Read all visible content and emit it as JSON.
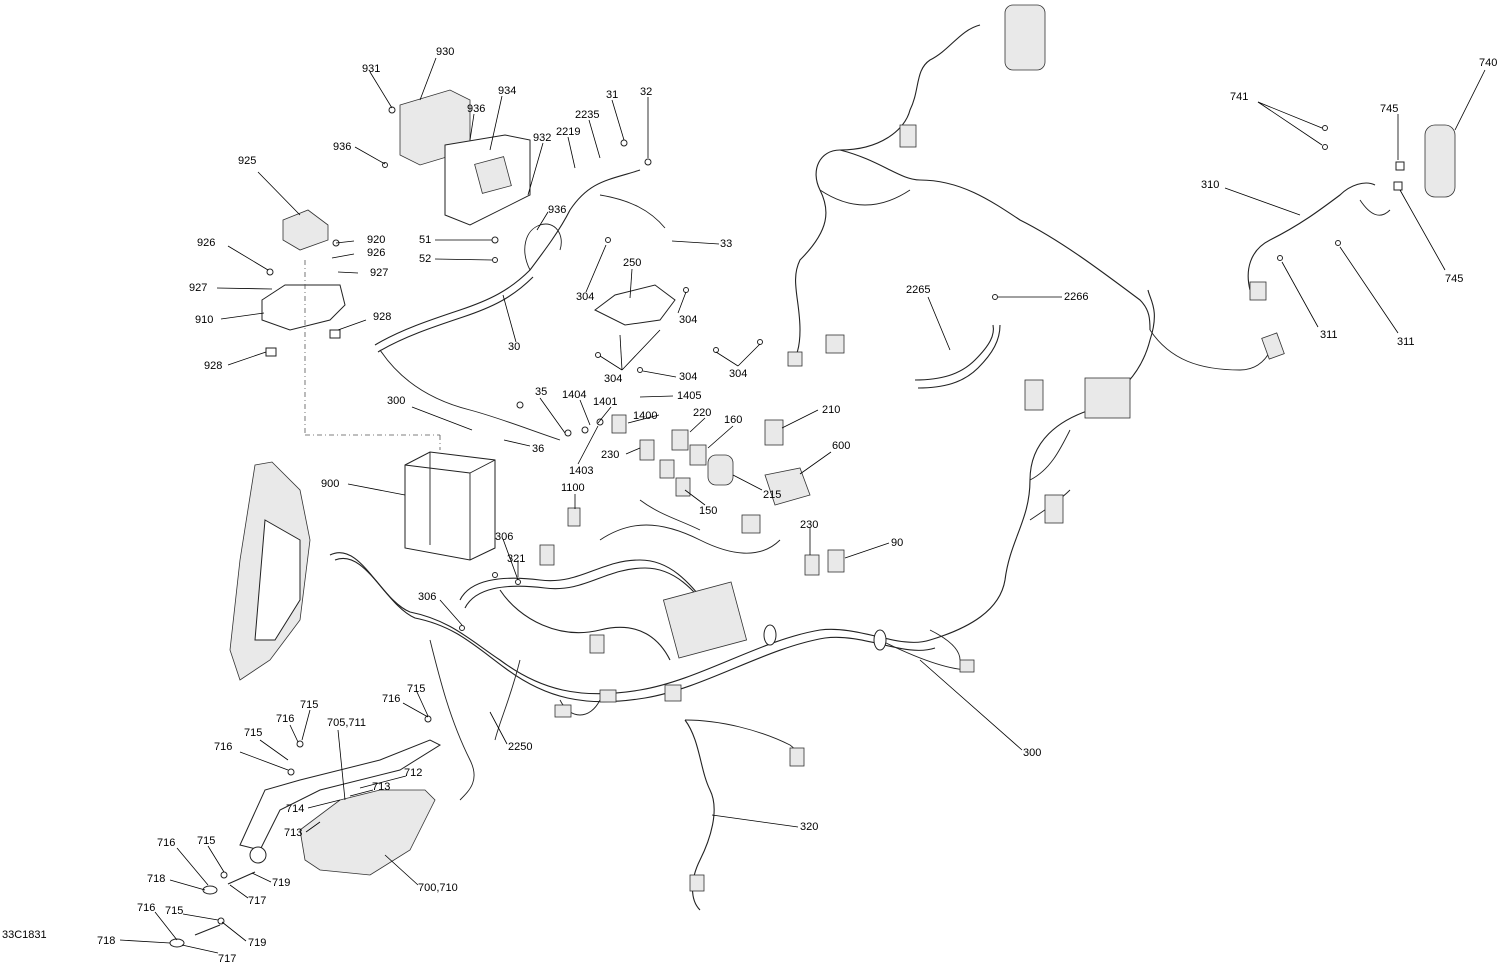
{
  "figure_code": "33C1831",
  "labels": [
    "931",
    "930",
    "934",
    "936",
    "936",
    "2235",
    "2219",
    "31",
    "32",
    "932",
    "936",
    "925",
    "920",
    "926",
    "926",
    "927",
    "927",
    "910",
    "928",
    "928",
    "51",
    "52",
    "33",
    "250",
    "304",
    "304",
    "304",
    "304",
    "304",
    "30",
    "35",
    "1404",
    "1401",
    "1400",
    "1405",
    "220",
    "210",
    "160",
    "300",
    "36",
    "1403",
    "230",
    "215",
    "600",
    "150",
    "900",
    "1100",
    "306",
    "321",
    "306",
    "230",
    "90",
    "2265",
    "2266",
    "741",
    "745",
    "740",
    "310",
    "745",
    "311",
    "311",
    "715",
    "716",
    "705,711",
    "716",
    "715",
    "716",
    "715",
    "712",
    "713",
    "714",
    "713",
    "2250",
    "300",
    "320",
    "716",
    "715",
    "718",
    "719",
    "717",
    "716",
    "715",
    "719",
    "718",
    "717",
    "700,710"
  ]
}
